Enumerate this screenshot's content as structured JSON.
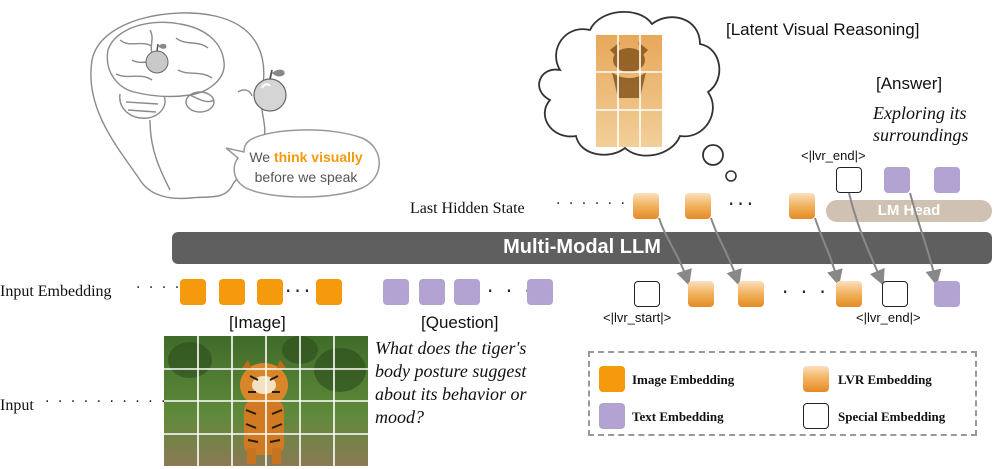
{
  "bubble": {
    "line1_pre": "We ",
    "line1_highlight": "think visually",
    "line2": "before we speak"
  },
  "labels": {
    "latent": "[Latent Visual Reasoning]",
    "answer": "[Answer]",
    "answer_text_1": "Exploring its",
    "answer_text_2": "surroundings",
    "last_hidden_state": "Last Hidden State",
    "lm_head": "LM Head",
    "llm": "Multi-Modal LLM",
    "input_embedding": "Input Embedding",
    "input": "Input",
    "image": "[Image]",
    "question": "[Question]",
    "lvr_start": "<|lvr_start|>",
    "lvr_end_top": "<|lvr_end|>",
    "lvr_end_bottom": "<|lvr_end|>",
    "question_text": [
      "What does the tiger's",
      "body posture suggest",
      "about its behavior or",
      "mood?"
    ]
  },
  "legend": {
    "image_embedding": "Image Embedding",
    "lvr_embedding": "LVR Embedding",
    "text_embedding": "Text Embedding",
    "special_embedding": "Special Embedding"
  },
  "colors": {
    "image_embedding": "#f59a0c",
    "text_embedding": "#b3a3d2",
    "lvr_embedding": "#e58a25",
    "llm_bar": "#5f5f5f",
    "lm_head": "#cfc2b2",
    "highlight": "#f59a0c"
  },
  "icons": [
    "head-brain-sketch",
    "apple-icon",
    "thought-cloud",
    "tiger-photo-grid"
  ]
}
